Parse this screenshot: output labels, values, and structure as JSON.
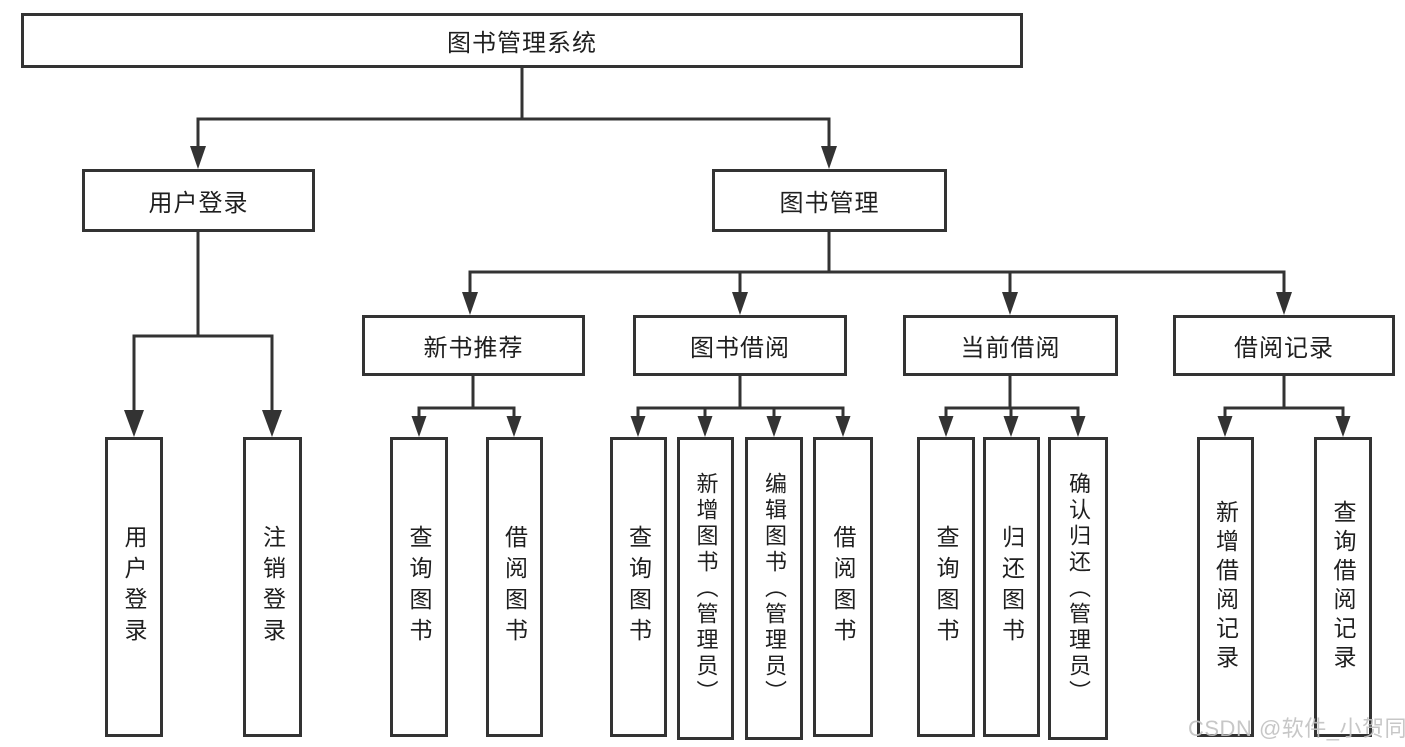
{
  "diagram_title": "图书管理系统",
  "watermark": "CSDN @软件_小贺同学",
  "nodes": {
    "root": "图书管理系统",
    "l2": {
      "user_login": "用户登录",
      "book_mgmt": "图书管理"
    },
    "l3": {
      "new_book_rec": "新书推荐",
      "book_borrow": "图书借阅",
      "current_borrow": "当前借阅",
      "borrow_records": "借阅记录"
    },
    "leaves": {
      "user_login": "用户登录",
      "logout": "注销登录",
      "nbr_query": "查询图书",
      "nbr_borrow": "借阅图书",
      "bb_query": "查询图书",
      "bb_add": "新增图书（管理员）",
      "bb_edit": "编辑图书（管理员）",
      "bb_borrow": "借阅图书",
      "cb_query": "查询图书",
      "cb_return": "归还图书",
      "cb_confirm": "确认归还（管理员）",
      "br_add": "新增借阅记录",
      "br_query": "查询借阅记录"
    }
  },
  "colors": {
    "line": "#333333",
    "text": "#1f1f1f",
    "watermark": "#c2c2c2",
    "background": "#ffffff"
  }
}
